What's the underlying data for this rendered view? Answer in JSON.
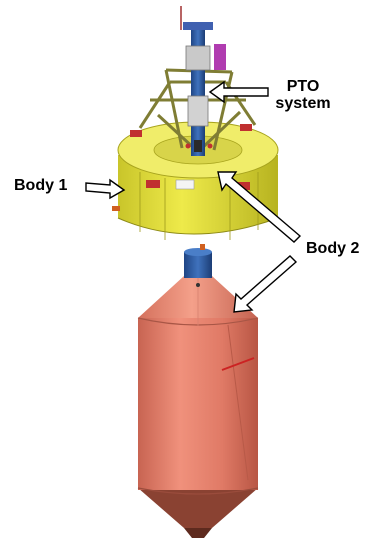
{
  "labels": {
    "pto_line1": "PTO",
    "pto_line2": "system",
    "body1": "Body 1",
    "body2": "Body 2"
  },
  "colors": {
    "float_yellow": "#e6e23a",
    "float_shadow": "#b8b41e",
    "float_top": "#f2ef6a",
    "spar_salmon": "#e8806c",
    "spar_shadow": "#c65c4a",
    "spar_cone_tip": "#7a3a2c",
    "column_blue": "#2d5a9c",
    "frame_green": "#8e8c3e",
    "arrow_fill": "#ffffff",
    "arrow_stroke": "#000000",
    "accent_red": "#cc2222",
    "accent_magenta": "#b03cb0"
  }
}
